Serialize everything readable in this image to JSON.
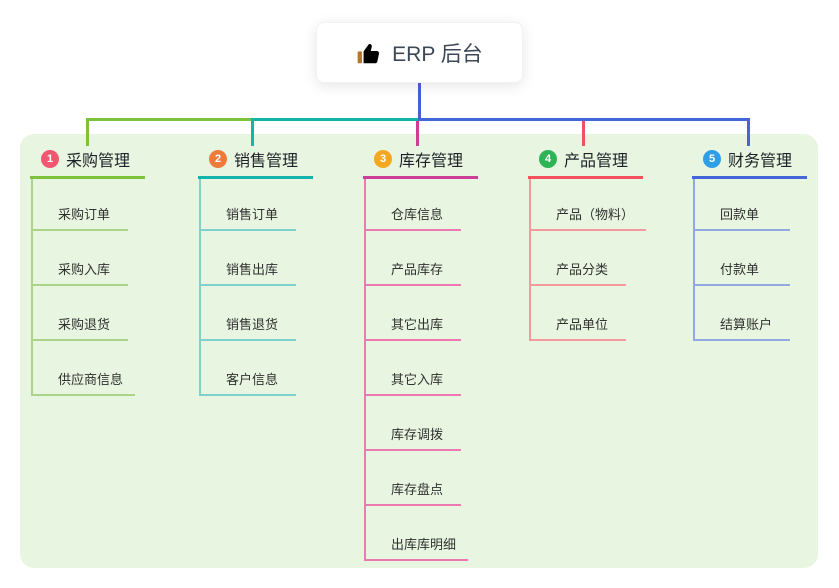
{
  "root": {
    "icon": "thumbs-up",
    "label": "ERP 后台"
  },
  "panel_color": "#e8f6e1",
  "root_connector_color": "#4a5fd6",
  "branches": [
    {
      "index": "1",
      "label": "采购管理",
      "badge_color": "#f25670",
      "line_color": "#7cc23d",
      "child_line_color": "#a9d489",
      "children": [
        "采购订单",
        "采购入库",
        "采购退货",
        "供应商信息"
      ]
    },
    {
      "index": "2",
      "label": "销售管理",
      "badge_color": "#ef7b3a",
      "line_color": "#13b5ab",
      "child_line_color": "#7ed2cb",
      "children": [
        "销售订单",
        "销售出库",
        "销售退货",
        "客户信息"
      ]
    },
    {
      "index": "3",
      "label": "库存管理",
      "badge_color": "#f4a71f",
      "line_color": "#cd3f97",
      "child_line_color": "#ee78b1",
      "children": [
        "仓库信息",
        "产品库存",
        "其它出库",
        "其它入库",
        "库存调拨",
        "库存盘点",
        "出库库明细"
      ]
    },
    {
      "index": "4",
      "label": "产品管理",
      "badge_color": "#2db456",
      "line_color": "#f4515f",
      "child_line_color": "#f59a9c",
      "children": [
        "产品（物料）",
        "产品分类",
        "产品单位"
      ]
    },
    {
      "index": "5",
      "label": "财务管理",
      "badge_color": "#2e9fe6",
      "line_color": "#4366d8",
      "child_line_color": "#92a8e0",
      "children": [
        "回款单",
        "付款单",
        "结算账户"
      ]
    }
  ]
}
